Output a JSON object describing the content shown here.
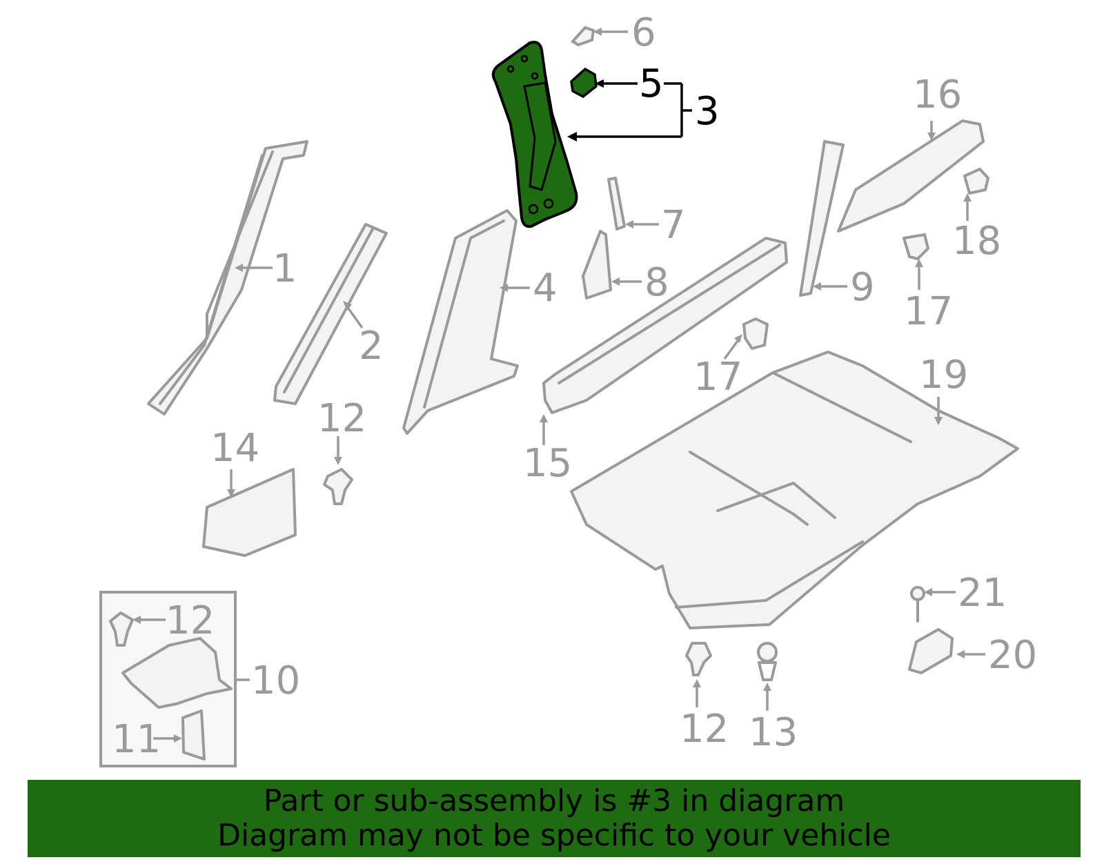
{
  "callouts": {
    "c1": "1",
    "c2": "2",
    "c3": "3",
    "c4": "4",
    "c5": "5",
    "c6": "6",
    "c7": "7",
    "c8": "8",
    "c9": "9",
    "c10": "10",
    "c11": "11",
    "c12a": "12",
    "c12b": "12",
    "c12c": "12",
    "c13": "13",
    "c14": "14",
    "c15": "15",
    "c16": "16",
    "c17a": "17",
    "c17b": "17",
    "c18": "18",
    "c19": "19",
    "c20": "20",
    "c21": "21"
  },
  "highlight": {
    "part_number": "3",
    "color": "#1e6b12"
  },
  "banner": {
    "line1": "Part or sub-assembly is #3 in diagram",
    "line2": "Diagram may not be specific to your vehicle",
    "background": "#1e6b12"
  }
}
